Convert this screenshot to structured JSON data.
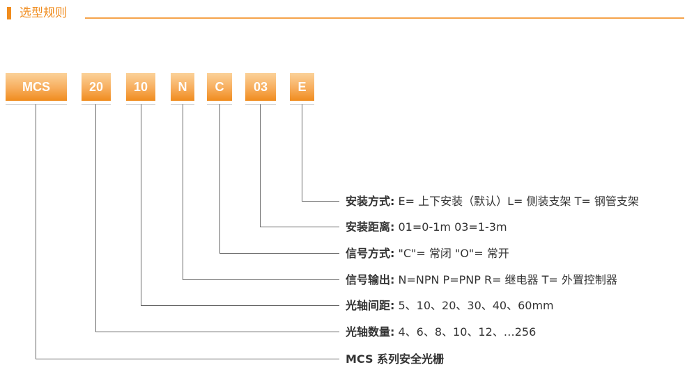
{
  "header": {
    "title": "选型规则"
  },
  "model_codes": [
    {
      "code": "MCS"
    },
    {
      "code": "20"
    },
    {
      "code": "10"
    },
    {
      "code": "N"
    },
    {
      "code": "C"
    },
    {
      "code": "03"
    },
    {
      "code": "E"
    }
  ],
  "descriptions": [
    {
      "label": "安装方式:",
      "value": " E= 上下安装（默认）L= 侧装支架 T= 钢管支架"
    },
    {
      "label": "安装距离:",
      "value": " 01=0-1m  03=1-3m"
    },
    {
      "label": "信号方式:",
      "value": " \"C\"= 常闭 \"O\"= 常开"
    },
    {
      "label": "信号输出:",
      "value": " N=NPN   P=PNP  R= 继电器  T= 外置控制器"
    },
    {
      "label": "光轴间距:",
      "value": " 5、10、20、30、40、60mm"
    },
    {
      "label": "光轴数量:",
      "value": " 4、6、8、10、12、…256"
    },
    {
      "label": "MCS 系列安全光栅",
      "value": ""
    }
  ],
  "colors": {
    "accent": "#f08c1e",
    "box_top": "#fbd29a",
    "box_bottom": "#f08c1e",
    "text": "#333333",
    "line": "#666666"
  }
}
